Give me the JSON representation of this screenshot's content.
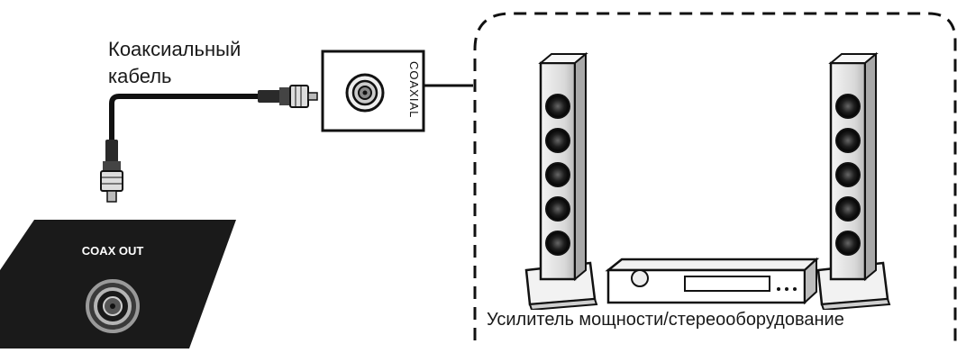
{
  "cable": {
    "label_line1": "Коаксиальный",
    "label_line2": "кабель"
  },
  "jack": {
    "label": "COAXIAL"
  },
  "source": {
    "port_label": "COAX OUT"
  },
  "equipment": {
    "label": "Усилитель мощности/стереооборудование"
  }
}
